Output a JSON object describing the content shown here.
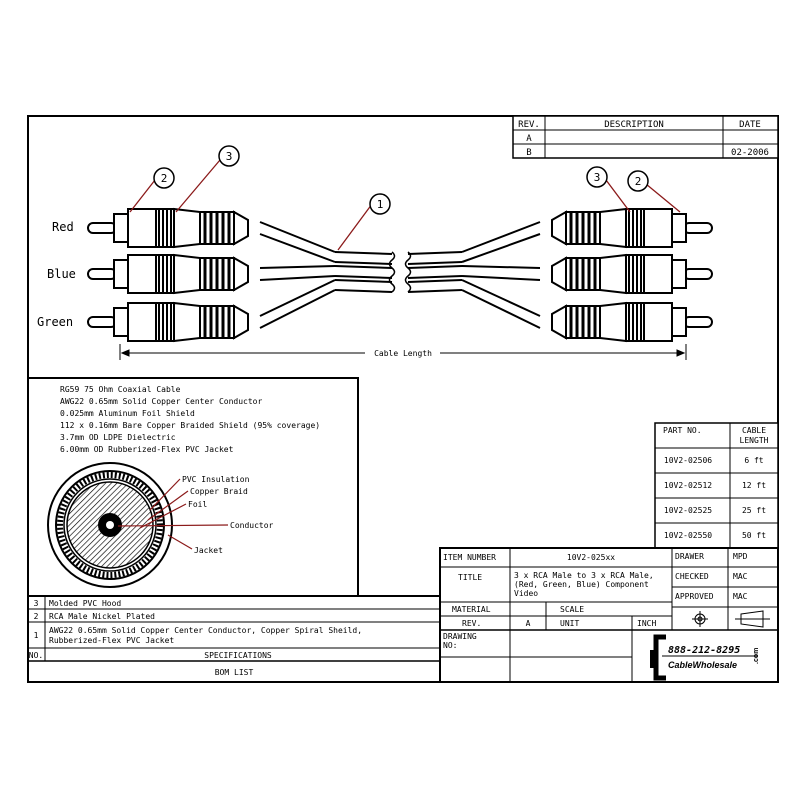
{
  "revision_table": {
    "headers": {
      "rev": "REV.",
      "description": "DESCRIPTION",
      "date": "DATE"
    },
    "rows": [
      {
        "rev": "A",
        "description": "",
        "date": ""
      },
      {
        "rev": "B",
        "description": "",
        "date": "02-2006"
      }
    ]
  },
  "cable_diagram": {
    "labels": {
      "red": "Red",
      "blue": "Blue",
      "green": "Green"
    },
    "callouts": {
      "c1": "1",
      "c2": "2",
      "c3": "3"
    },
    "length_label": "Cable Length"
  },
  "specs_box": {
    "lines": [
      "RG59 75 Ohm Coaxial Cable",
      "AWG22 0.65mm Solid Copper Center Conductor",
      "0.025mm Aluminum Foil Shield",
      "112 x 0.16mm Bare Copper Braided Shield (95% coverage)",
      "3.7mm OD LDPE Dielectric",
      "6.00mm OD Rubberized-Flex PVC Jacket"
    ],
    "cross_section": {
      "pvc_insulation": "PVC Insulation",
      "copper_braid": "Copper Braid",
      "foil": "Foil",
      "conductor": "Conductor",
      "jacket": "Jacket"
    }
  },
  "part_table": {
    "headers": {
      "part_no": "PART NO.",
      "cable_length_1": "CABLE",
      "cable_length_2": "LENGTH"
    },
    "rows": [
      {
        "part": "10V2-02506",
        "length": "6 ft"
      },
      {
        "part": "10V2-02512",
        "length": "12 ft"
      },
      {
        "part": "10V2-02525",
        "length": "25 ft"
      },
      {
        "part": "10V2-02550",
        "length": "50 ft"
      }
    ]
  },
  "bom": {
    "rows": [
      {
        "no": "3",
        "text": "Molded PVC Hood"
      },
      {
        "no": "2",
        "text": "RCA Male Nickel Plated"
      },
      {
        "no": "1",
        "text": "AWG22 0.65mm Solid Copper Center Conductor, Copper Spiral Sheild,",
        "text2": "Rubberized-Flex PVC Jacket"
      }
    ],
    "no_header": "NO.",
    "spec_header": "SPECIFICATIONS",
    "footer": "BOM LIST"
  },
  "title_block": {
    "item_number_label": "ITEM NUMBER",
    "item_number": "10V2-025xx",
    "title_label": "TITLE",
    "title_lines": [
      "3 x RCA Male to 3 x RCA Male,",
      "(Red, Green, Blue) Component",
      "Video"
    ],
    "drawer_label": "DRAWER",
    "drawer": "MPD",
    "checked_label": "CHECKED",
    "checked": "MAC",
    "approved_label": "APPROVED",
    "approved": "MAC",
    "material_label": "MATERIAL",
    "scale_label": "SCALE",
    "rev_label": "REV.",
    "rev": "A",
    "unit_label": "UNIT",
    "unit": "INCH",
    "drawing_no_label_1": "DRAWING",
    "drawing_no_label_2": "NO:"
  },
  "logo": {
    "phone": "888-212-8295",
    "brand": "CableWholesale",
    "suffix": ".com"
  },
  "colors": {
    "callout_leader": "#8b1a1a",
    "line": "#000000"
  }
}
